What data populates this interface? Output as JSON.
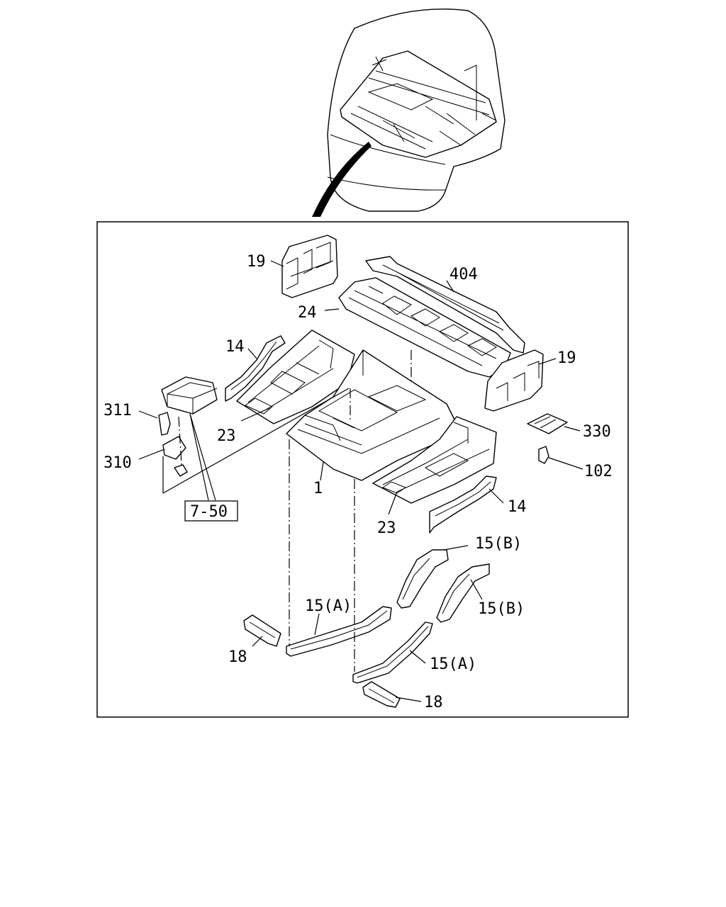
{
  "callouts": {
    "c19a": "19",
    "c404": "404",
    "c24": "24",
    "c14a": "14",
    "c19b": "19",
    "c311": "311",
    "c23a": "23",
    "c310": "310",
    "c330": "330",
    "c102": "102",
    "c1": "1",
    "c7_50": "7-50",
    "c23b": "23",
    "c14b": "14",
    "c15b_a": "15(B)",
    "c15b_b": "15(B)",
    "c15a_a": "15(A)",
    "c15a_b": "15(A)",
    "c18a": "18",
    "c18b": "18"
  }
}
